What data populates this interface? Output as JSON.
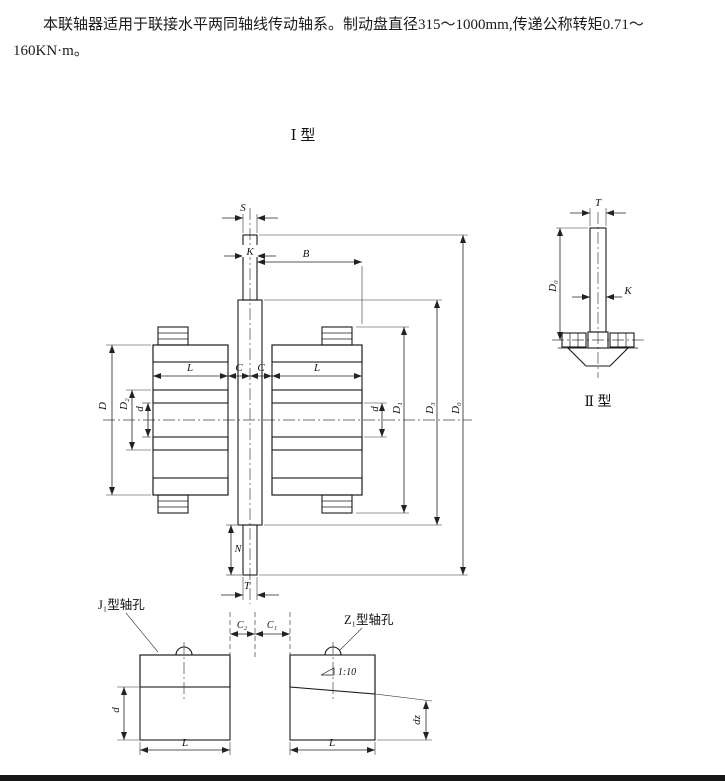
{
  "intro": {
    "line1": "本联轴器适用于联接水平两同轴线传动轴系。制动盘直径315～1000mm,传递公称转矩0.71～",
    "line2": "160KN·m。"
  },
  "figure": {
    "type1_title": "Ⅰ 型",
    "type2_label": "Ⅱ 型",
    "j1_hole_label": "J₁型轴孔",
    "z1_hole_label": "Z₁型轴孔",
    "taper": "1:10"
  },
  "dims": {
    "S": "S",
    "K": "K",
    "B": "B",
    "L": "L",
    "C": "C",
    "N": "N",
    "T": "T",
    "D": "D",
    "D0": "D₀",
    "D1": "D₁",
    "D2": "D₂",
    "D3": "D₃",
    "d": "d",
    "dz": "dz",
    "C1": "C₁",
    "C2": "C₂"
  }
}
